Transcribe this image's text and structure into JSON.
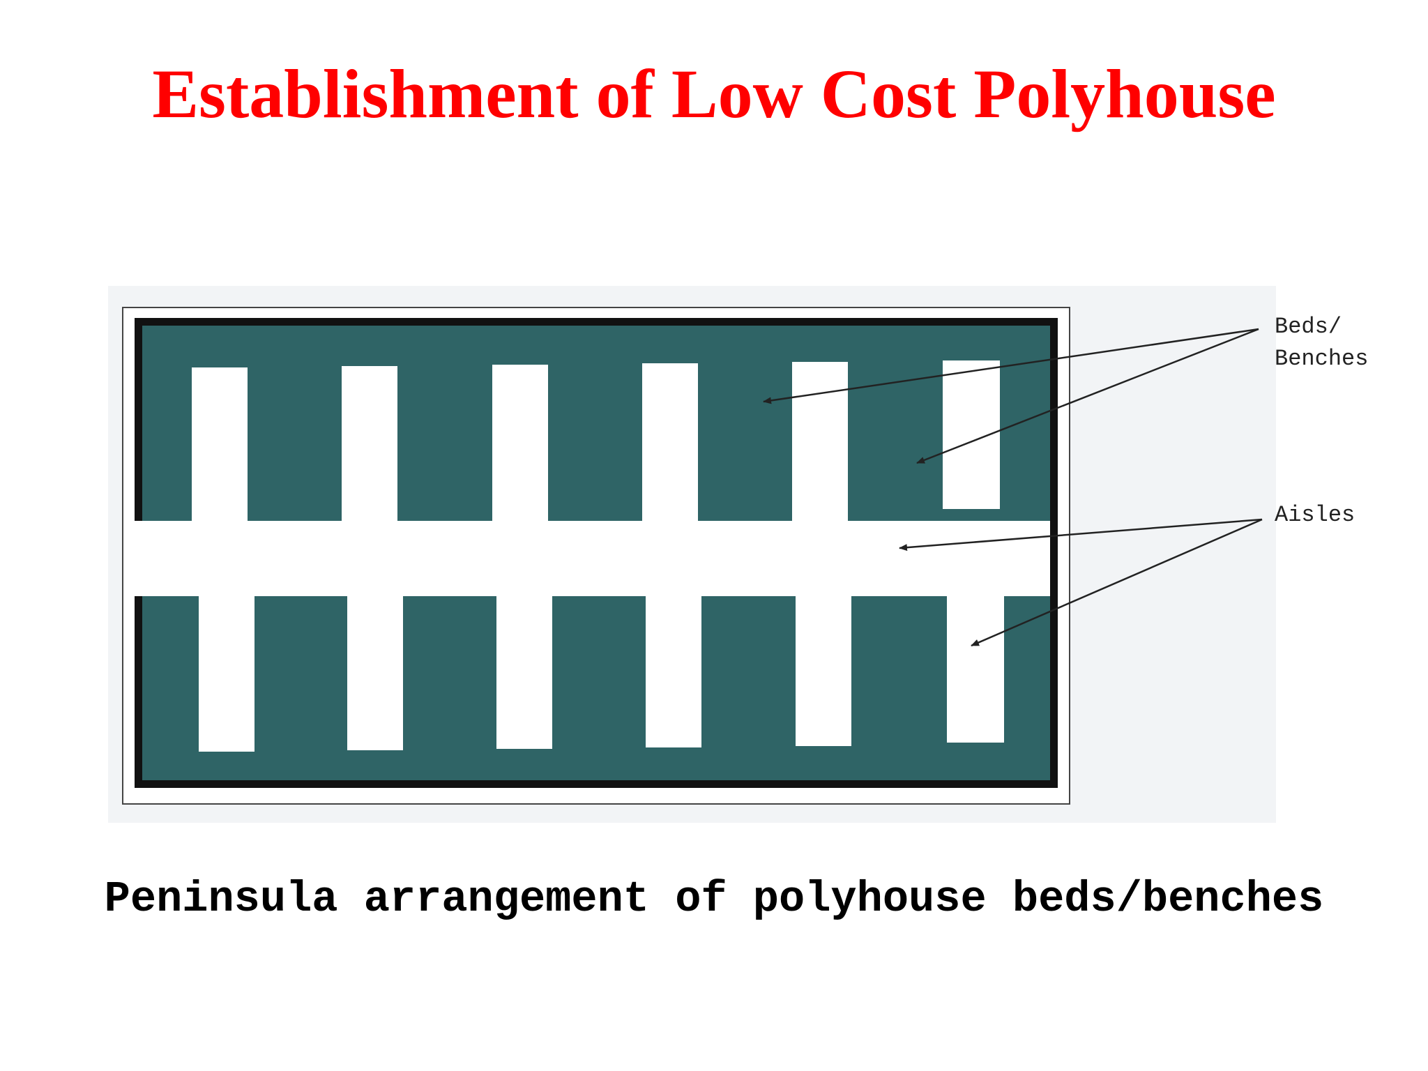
{
  "slide": {
    "title": "Establishment of Low Cost Polyhouse",
    "title_color": "#ff0000",
    "caption": "Peninsula arrangement of polyhouse beds/benches"
  },
  "diagram": {
    "bed_color": "#2f6466",
    "wall_color": "#111111",
    "aisle_color": "#ffffff",
    "bed_rows": 2,
    "peninsulas_per_row": 6,
    "annotations": {
      "beds_line1": "Beds/",
      "beds_line2": "Benches",
      "aisles": "Aisles"
    }
  }
}
